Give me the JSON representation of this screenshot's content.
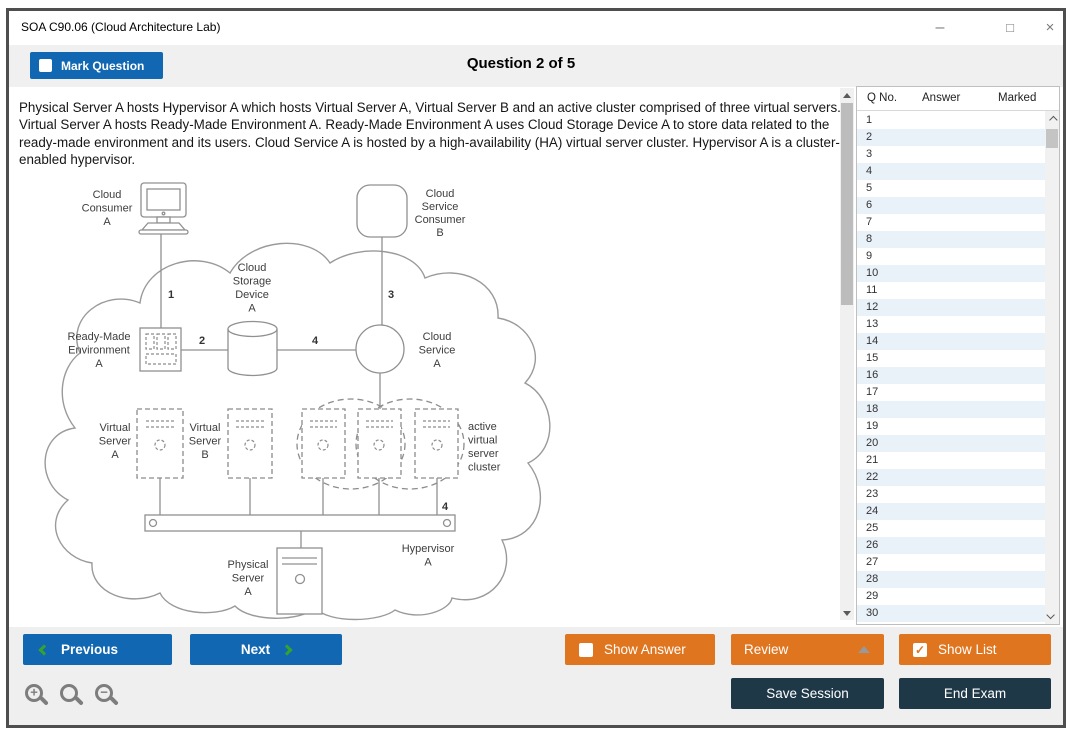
{
  "window": {
    "title": "SOA C90.06 (Cloud Architecture Lab)",
    "controls": {
      "minimize": "–",
      "maximize": "□",
      "close": "×"
    }
  },
  "header": {
    "mark_question": "Mark Question",
    "counter": "Question 2 of 5"
  },
  "question": {
    "text": "Physical Server A hosts Hypervisor A which hosts Virtual Server A, Virtual Server B and an active cluster comprised of three virtual servers. Virtual Server A hosts Ready-Made Environment A. Ready-Made Environment A uses Cloud Storage Device A to store data related to the ready-made environment and its users. Cloud Service A is hosted by a high-availability (HA) virtual server cluster. Hypervisor A is a cluster-enabled hypervisor."
  },
  "diagram": {
    "labels": {
      "cloud_consumer_a": [
        "Cloud",
        "Consumer",
        "A"
      ],
      "cloud_service_consumer_b": [
        "Cloud",
        "Service",
        "Consumer",
        "B"
      ],
      "cloud_storage_device_a": [
        "Cloud",
        "Storage",
        "Device",
        "A"
      ],
      "ready_made_environment_a": [
        "Ready-Made",
        "Environment",
        "A"
      ],
      "cloud_service_a": [
        "Cloud",
        "Service",
        "A"
      ],
      "virtual_server_a": [
        "Virtual",
        "Server",
        "A"
      ],
      "virtual_server_b": [
        "Virtual",
        "Server",
        "B"
      ],
      "active_cluster": [
        "active",
        "virtual",
        "server",
        "cluster"
      ],
      "hypervisor_a": [
        "Hypervisor",
        "A"
      ],
      "physical_server_a": [
        "Physical",
        "Server",
        "A"
      ]
    },
    "connections": {
      "c1": "1",
      "c2": "2",
      "c3": "3",
      "c4": "4",
      "c4b": "4"
    }
  },
  "question_list": {
    "columns": [
      "Q No.",
      "Answer",
      "Marked"
    ],
    "rows": [
      "1",
      "2",
      "3",
      "4",
      "5",
      "6",
      "7",
      "8",
      "9",
      "10",
      "11",
      "12",
      "13",
      "14",
      "15",
      "16",
      "17",
      "18",
      "19",
      "20",
      "21",
      "22",
      "23",
      "24",
      "25",
      "26",
      "27",
      "28",
      "29",
      "30"
    ]
  },
  "footer": {
    "previous": "Previous",
    "next": "Next",
    "show_answer": "Show Answer",
    "review": "Review",
    "show_list": "Show List",
    "save_session": "Save Session",
    "end_exam": "End Exam"
  },
  "colors": {
    "accent_blue": "#1167b1",
    "accent_orange": "#e0751f",
    "dark_navy": "#1f3848",
    "chevron_green": "#34a32f",
    "row_alt": "#e9f1f9"
  }
}
